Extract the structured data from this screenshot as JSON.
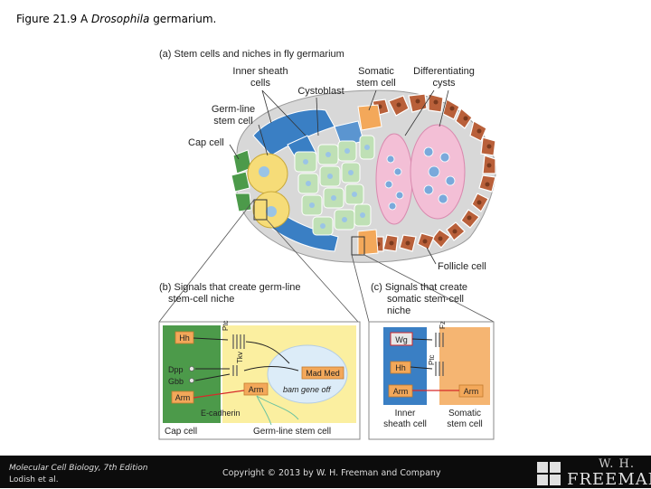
{
  "slide": {
    "title_prefix": "Figure 21.9  A ",
    "title_italic": "Drosophila",
    "title_suffix": " germarium."
  },
  "panel_a": {
    "heading": "(a) Stem cells and niches in fly germarium",
    "labels": {
      "inner_sheath_1": "Inner sheath",
      "inner_sheath_2": "cells",
      "cystoblast": "Cystoblast",
      "somatic_1": "Somatic",
      "somatic_2": "stem cell",
      "diff_1": "Differentiating",
      "diff_2": "cysts",
      "germline_1": "Germ-line",
      "germline_2": "stem cell",
      "cap_cell": "Cap cell",
      "follicle_cell": "Follicle cell"
    }
  },
  "panel_b": {
    "heading_1": "(b) Signals that create germ-line",
    "heading_2": "stem-cell niche",
    "boxes": {
      "hh": "Hh",
      "dpp": "Dpp",
      "gbb": "Gbb",
      "arm_left": "Arm",
      "arm_right": "Arm",
      "mad_med": "Mad Med",
      "bam": "bam gene off",
      "ptc": "Ptc",
      "tkv": "Tkv"
    },
    "labels": {
      "e_cadherin": "E-cadherin",
      "cap_cell": "Cap cell",
      "germline_stem_cell": "Germ-line stem cell"
    }
  },
  "panel_c": {
    "heading_1": "(c) Signals that create",
    "heading_2": "somatic stem-cell",
    "heading_3": "niche",
    "boxes": {
      "wg": "Wg",
      "hh": "Hh",
      "arm_left": "Arm",
      "arm_right": "Arm",
      "fz": "Fz",
      "ptc": "Ptc"
    },
    "labels": {
      "inner_1": "Inner",
      "inner_2": "sheath cell",
      "somatic_1": "Somatic",
      "somatic_2": "stem cell"
    }
  },
  "footer": {
    "book_title": "Molecular Cell Biology, 7th Edition",
    "authors": "Lodish et al.",
    "copyright": "Copyright © 2013 by W. H. Freeman and Company",
    "logo_top": "W. H.",
    "logo_bottom": "FREEMAN"
  },
  "colors": {
    "inner_sheath_blue": "#3a7fc4",
    "germline_yellow": "#f6dc78",
    "cystoblast_green": "#bfe0b5",
    "cyst_pink": "#f3bfd6",
    "follicle_brown": "#b9603a",
    "somatic_orange": "#f3a85a",
    "cap_green": "#4c9a4a",
    "niche_yellow": "#fbefa0",
    "somatic_box_orange": "#f5b572",
    "footer_black": "#0c0c0c"
  }
}
